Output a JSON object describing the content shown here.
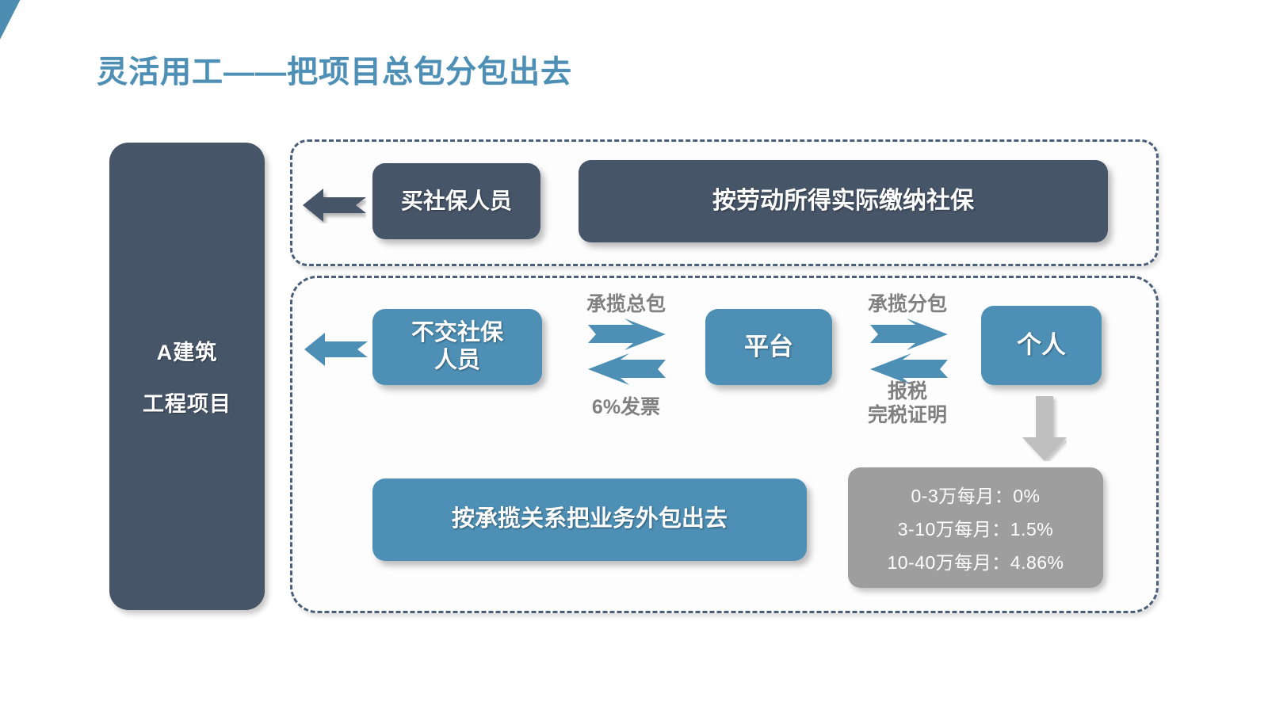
{
  "slide": {
    "title": "灵活用工——把项目总包分包出去",
    "accent_blue": "#4d8fb5",
    "accent_navy": "#475569",
    "accent_gray": "#9e9e9e"
  },
  "project_panel": {
    "line1": "A建筑",
    "line2": "工程项目"
  },
  "top_group": {
    "box_buy_social": "买社保人员",
    "box_pay_social": "按劳动所得实际缴纳社保"
  },
  "bottom_group": {
    "box_no_social_line1": "不交社保",
    "box_no_social_line2": "人员",
    "box_platform": "平台",
    "box_individual": "个人",
    "box_outsource": "按承揽关系把业务外包出去",
    "caption_general_contract": "承揽总包",
    "caption_invoice": "6%发票",
    "caption_sub_contract": "承揽分包",
    "caption_tax_filing_line1": "报税",
    "caption_tax_filing_line2": "完税证明"
  },
  "tax_card": {
    "rows": [
      "0-3万每月：0%",
      "3-10万每月：1.5%",
      "10-40万每月：4.86%"
    ]
  }
}
